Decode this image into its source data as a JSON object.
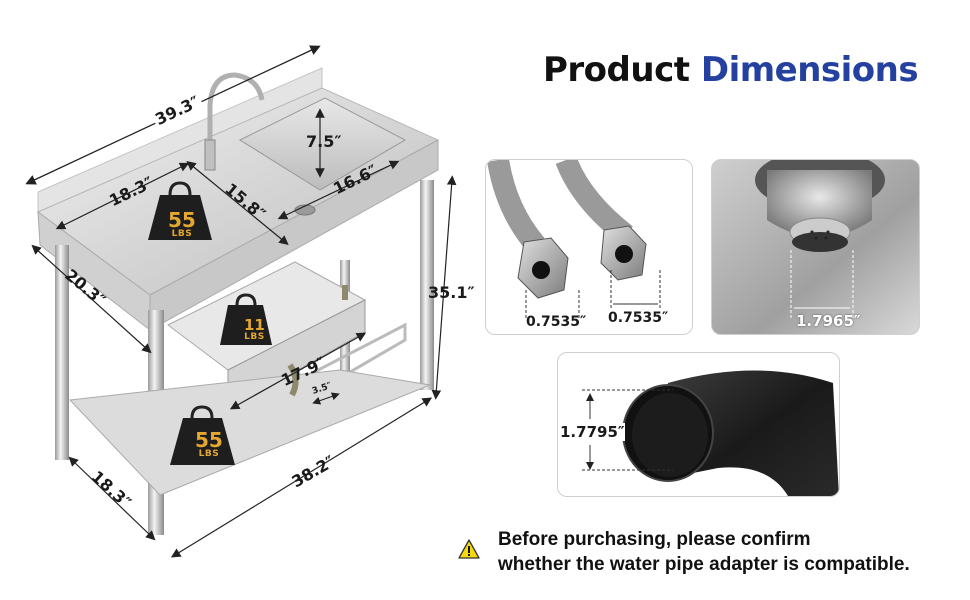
{
  "header": {
    "title_part1": "Product",
    "title_part2": "Dimensions",
    "accent_color": "#2441a0"
  },
  "sink": {
    "dimensions": {
      "overall_width": "39.3″",
      "left_counter_width": "18.3″",
      "sink_front_to_back": "15.8″",
      "bowl_depth": "7.5″",
      "bowl_width": "16.6″",
      "counter_depth": "20.3″",
      "height": "35.1″",
      "drawer_width": "17.9″",
      "rack_spacing": "3.5″",
      "base_width": "38.2″",
      "base_depth": "18.3″"
    },
    "weights": [
      {
        "id": "countertop",
        "value": "55",
        "unit": "LBS"
      },
      {
        "id": "drawer",
        "value": "11",
        "unit": "LBS"
      },
      {
        "id": "bottom-shelf",
        "value": "55",
        "unit": "LBS"
      }
    ]
  },
  "detail_panels": {
    "hoses": {
      "left_label": "0.7535″",
      "right_label": "0.7535″"
    },
    "drain_strainer": {
      "label": "1.7965″"
    },
    "drain_pipe": {
      "label": "1.7795″"
    }
  },
  "notice": {
    "icon": "warning-icon",
    "line1": "Before purchasing, please confirm",
    "line2": "whether the water pipe adapter is compatible."
  }
}
